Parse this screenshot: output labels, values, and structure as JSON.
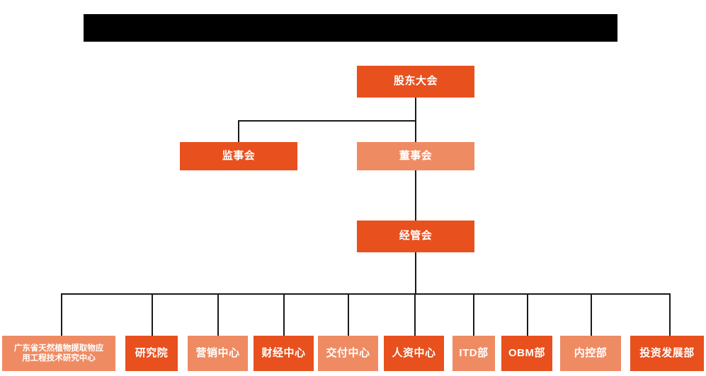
{
  "chart_meta": {
    "type": "org-chart",
    "title_bar": {
      "label": "",
      "redacted": true
    },
    "colors": {
      "dark_orange": "#E8501E",
      "light_orange": "#EF8B63",
      "connector": "#1a1a1a",
      "background": "#ffffff",
      "text": "#ffffff",
      "redaction": "#000000"
    }
  },
  "levels": {
    "level1": {
      "nodes": [
        {
          "id": "shareholders-meeting",
          "label": "股东大会",
          "shade": "dark"
        }
      ]
    },
    "level2": {
      "nodes": [
        {
          "id": "board-of-supervisors",
          "label": "监事会",
          "shade": "dark"
        },
        {
          "id": "board-of-directors",
          "label": "董事会",
          "shade": "light"
        }
      ]
    },
    "level3": {
      "nodes": [
        {
          "id": "management-committee",
          "label": "经管会",
          "shade": "dark"
        }
      ]
    },
    "departments": {
      "nodes": [
        {
          "id": "dept-rd-center",
          "label_line1": "广东省天然植物提取物应",
          "label_line2": "用工程技术研究中心",
          "shade": "light"
        },
        {
          "id": "dept-research-institute",
          "label": "研究院",
          "shade": "dark"
        },
        {
          "id": "dept-marketing-center",
          "label": "营销中心",
          "shade": "light"
        },
        {
          "id": "dept-finance-center",
          "label": "财经中心",
          "shade": "dark"
        },
        {
          "id": "dept-delivery-center",
          "label": "交付中心",
          "shade": "light"
        },
        {
          "id": "dept-hr-center",
          "label": "人资中心",
          "shade": "dark"
        },
        {
          "id": "dept-itd",
          "label": "ITD部",
          "shade": "light"
        },
        {
          "id": "dept-obm",
          "label": "OBM部",
          "shade": "dark"
        },
        {
          "id": "dept-internal-control",
          "label": "内控部",
          "shade": "light"
        },
        {
          "id": "dept-investment-development",
          "label": "投资发展部",
          "shade": "dark"
        }
      ]
    }
  }
}
